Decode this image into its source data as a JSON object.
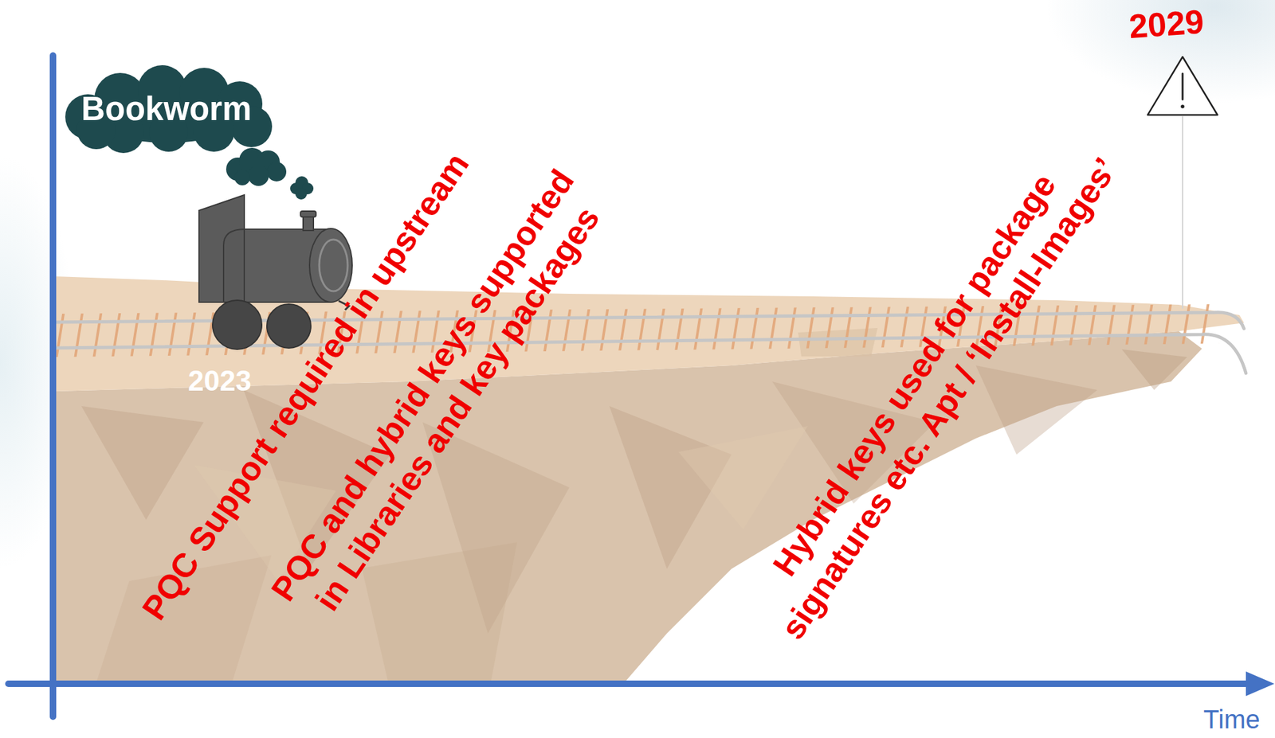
{
  "diagram": {
    "nodes": [
      {
        "text": [
          "Bookworm"
        ]
      }
    ],
    "labels": [
      "2029",
      "2023",
      "PQC Support required in upstream",
      "PQC and hybrid keys supported in Libraries and key packages",
      "Hybrid keys used for package signatures etc. Apt / ‘Install-Images’",
      "Time"
    ]
  }
}
